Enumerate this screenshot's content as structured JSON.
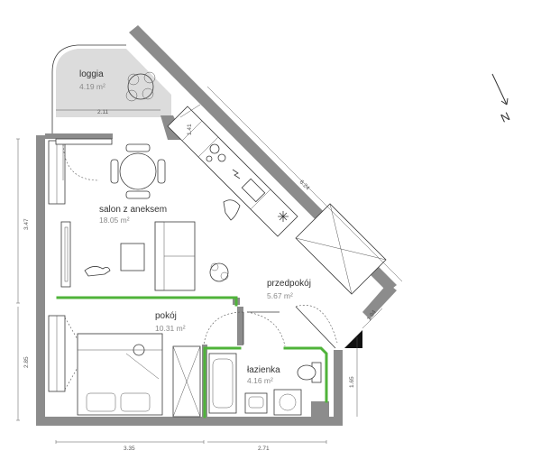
{
  "rooms": {
    "loggia": {
      "name": "loggia",
      "area": "4.19 m²"
    },
    "salon": {
      "name": "salon z aneksem",
      "area": "18.05 m²"
    },
    "przedpokoj": {
      "name": "przedpokój",
      "area": "5.67 m²"
    },
    "pokoj": {
      "name": "pokój",
      "area": "10.31 m²"
    },
    "lazienka": {
      "name": "łazienka",
      "area": "4.16 m²"
    }
  },
  "dimensions": {
    "loggia_width": "2.11",
    "notch": "1.41",
    "diagonal_wall": "6.24",
    "left_upper": "3.47",
    "left_lower": "2.85",
    "bottom_left": "3.35",
    "bottom_right": "2.71",
    "right_upper": "1.94",
    "right_lower": "1.65"
  },
  "compass": {
    "label": "N"
  },
  "colors": {
    "wall": "#8c8c8c",
    "loggia_floor": "#dcdcdc",
    "highlight_partition": "#4fb33a",
    "entrance_marker": "#111111"
  }
}
